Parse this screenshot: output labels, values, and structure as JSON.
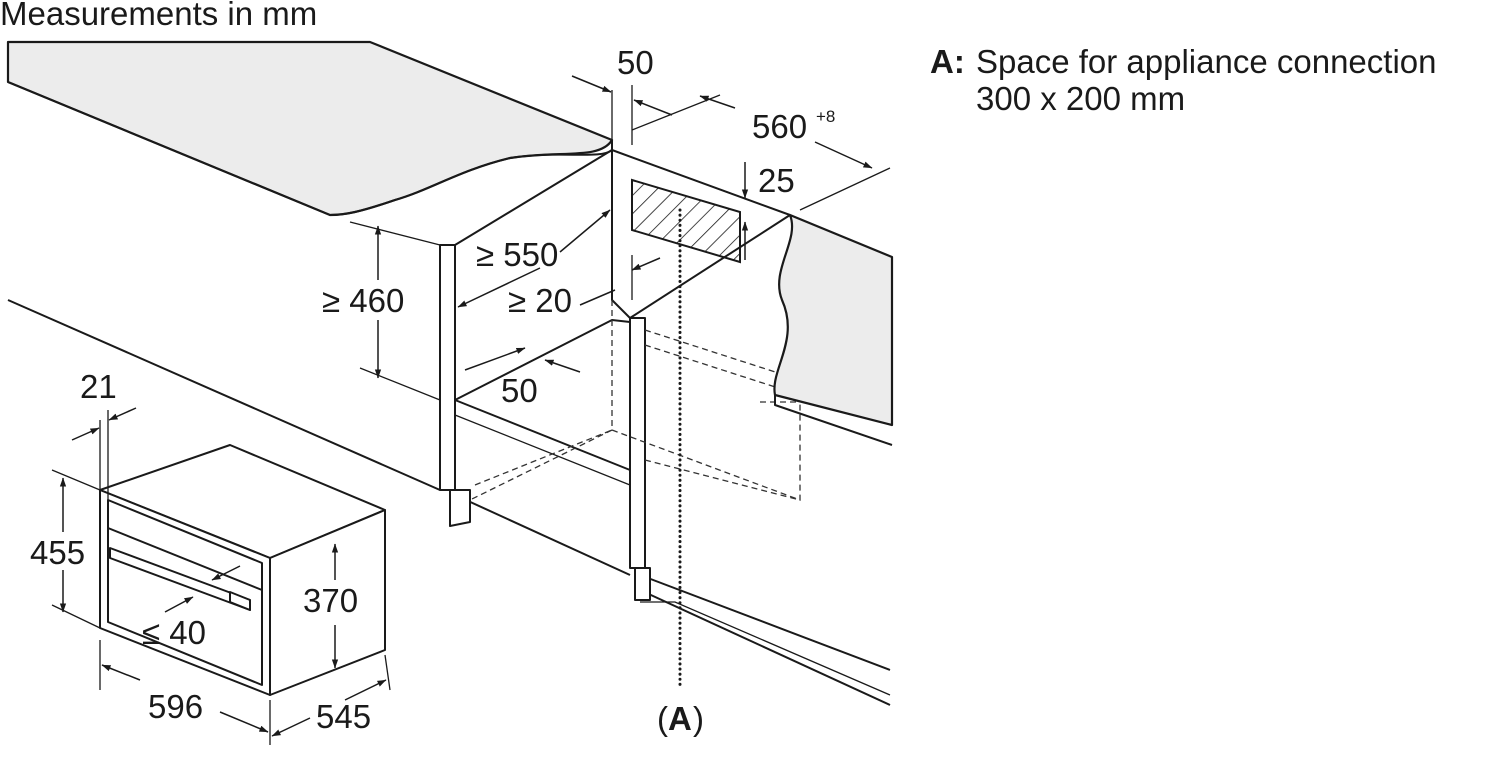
{
  "title": "Measurements in mm",
  "legend": {
    "key": "A:",
    "line1": "Space for appliance connection",
    "line2": "300 x 200 mm"
  },
  "niche": {
    "depth_rear_gap": "50",
    "width": "560",
    "width_tolerance": "+8",
    "vent_offset": "25",
    "depth_min": "≥ 550",
    "shelf_gap_min": "≥ 20",
    "height_min": "≥ 460",
    "front_inset": "50",
    "connection_marker": "A"
  },
  "appliance": {
    "panel_depth": "21",
    "height": "455",
    "handle_depth": "≤ 40",
    "body_height": "370",
    "width": "596",
    "depth": "545"
  }
}
